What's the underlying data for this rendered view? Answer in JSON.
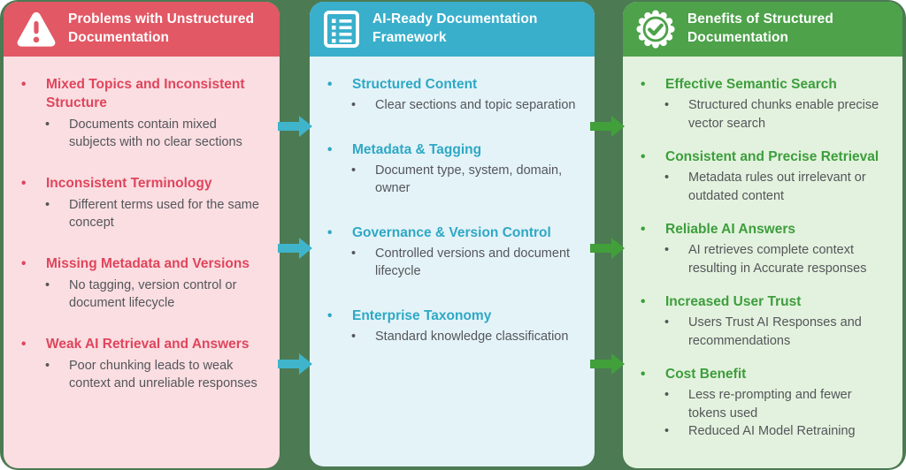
{
  "diagram": {
    "background_color": "#4C7A53",
    "detail_text_color": "#54565A",
    "arrows": {
      "left_gap_color": "#3FB4CB",
      "right_gap_color": "#41A03A",
      "left_gap_count": 3,
      "right_gap_count": 3,
      "direction": "left-to-right"
    },
    "columns": [
      {
        "key": "problems",
        "header": {
          "title": "Problems with Unstructured Documentation",
          "icon": "warning-triangle-icon",
          "bg_color": "#E25864",
          "text_color": "#FFFFFF"
        },
        "body_color": "#FADEE2",
        "accent_color": "#E0455C",
        "items": [
          {
            "title": "Mixed Topics and Inconsistent Structure",
            "details": [
              "Documents contain mixed subjects with no clear sections"
            ]
          },
          {
            "title": "Inconsistent Terminology",
            "details": [
              "Different terms used for the same concept"
            ]
          },
          {
            "title": "Missing Metadata and Versions",
            "details": [
              "No tagging, version control or document lifecycle"
            ]
          },
          {
            "title": "Weak AI Retrieval and Answers",
            "details": [
              "Poor chunking leads to weak context and unreliable responses"
            ]
          }
        ]
      },
      {
        "key": "framework",
        "header": {
          "title": "AI-Ready Documentation Framework",
          "icon": "document-checklist-icon",
          "bg_color": "#39AFCB",
          "text_color": "#FFFFFF"
        },
        "body_color": "#E4F3F8",
        "accent_color": "#2EA8C5",
        "items": [
          {
            "title": "Structured Content",
            "details": [
              "Clear sections and topic separation"
            ]
          },
          {
            "title": "Metadata & Tagging",
            "details": [
              "Document type, system, domain, owner"
            ]
          },
          {
            "title": "Governance & Version Control",
            "details": [
              "Controlled versions and document lifecycle"
            ]
          },
          {
            "title": "Enterprise Taxonomy",
            "details": [
              "Standard knowledge classification"
            ]
          }
        ]
      },
      {
        "key": "benefits",
        "header": {
          "title": "Benefits of Structured Documentation",
          "icon": "certified-badge-icon",
          "bg_color": "#4DA24A",
          "text_color": "#FFFFFF"
        },
        "body_color": "#E3F2DE",
        "accent_color": "#3C9E3C",
        "items": [
          {
            "title": "Effective Semantic Search",
            "details": [
              "Structured chunks enable precise vector search"
            ]
          },
          {
            "title": "Consistent and Precise Retrieval",
            "details": [
              "Metadata rules out irrelevant or outdated content"
            ]
          },
          {
            "title": "Reliable AI Answers",
            "details": [
              "AI retrieves complete context resulting in Accurate responses"
            ]
          },
          {
            "title": "Increased User Trust",
            "details": [
              "Users Trust AI Responses and recommendations"
            ]
          },
          {
            "title": "Cost Benefit",
            "details": [
              "Less re-prompting and fewer tokens used",
              "Reduced AI Model Retraining"
            ]
          }
        ]
      }
    ]
  }
}
